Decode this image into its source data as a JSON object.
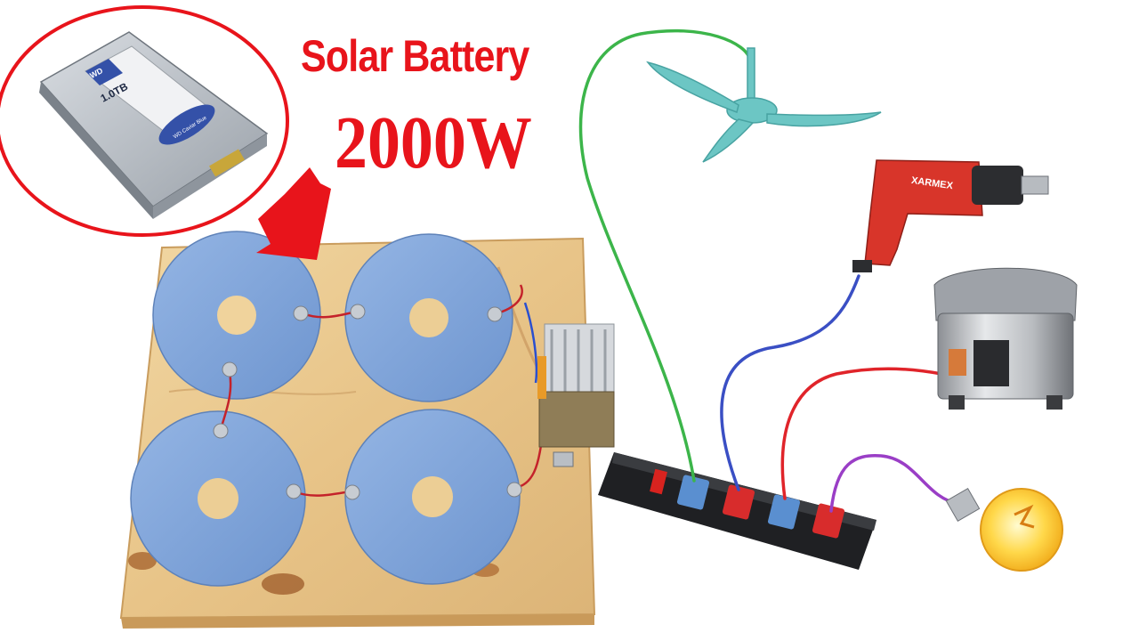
{
  "headline": {
    "line1": "Solar Battery",
    "line2": "2000W"
  },
  "hdd_label": {
    "brand": "WD",
    "capacity": "1.0TB",
    "series": "WD Caviar Blue"
  },
  "drill_label": "XARMEX",
  "colors": {
    "headline_red": "#e8141b",
    "disc_blue": "#7fa4d8",
    "wood": "#e8c88e",
    "fan_teal": "#6cc6c4",
    "drill_red": "#d8352a",
    "wire_green": "#3cb54a",
    "wire_blue": "#3a4fc4",
    "wire_red": "#e0242a",
    "wire_purple": "#9a3ec6",
    "outlet_blue": "#5a8fd0",
    "outlet_red": "#d82c2c"
  },
  "icons": [
    "hard-drive-icon",
    "arrow-icon",
    "ceiling-fan-icon",
    "power-drill-icon",
    "rice-cooker-icon",
    "light-bulb-icon",
    "power-strip-icon",
    "transformer-icon"
  ]
}
